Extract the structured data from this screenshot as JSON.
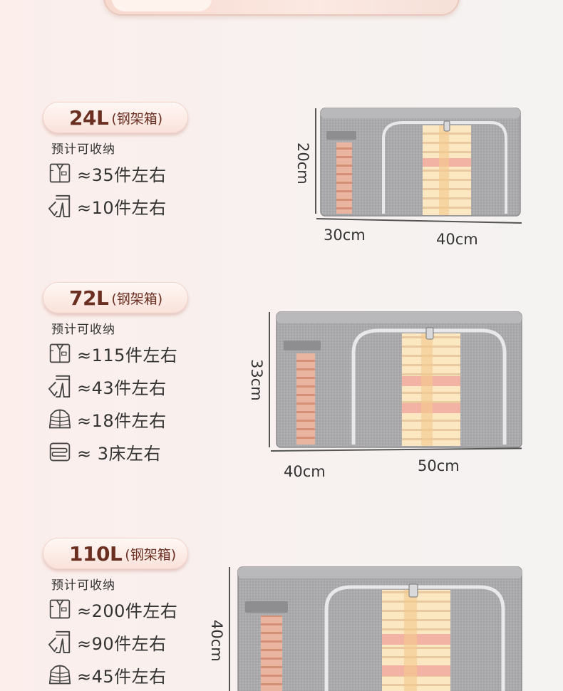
{
  "banner": {
    "fragment": ""
  },
  "common": {
    "material": "(钢架箱)",
    "capacity_label": "预计可收纳"
  },
  "sizes": [
    {
      "volume": "24L",
      "items": [
        {
          "icon": "shirt-icon",
          "qty": "≈35件左右"
        },
        {
          "icon": "pants-icon",
          "qty": "≈10件左右"
        }
      ],
      "dims": {
        "height": "20cm",
        "depth": "30cm",
        "width": "40cm"
      }
    },
    {
      "volume": "72L",
      "items": [
        {
          "icon": "shirt-icon",
          "qty": "≈115件左右"
        },
        {
          "icon": "pants-icon",
          "qty": "≈43件左右"
        },
        {
          "icon": "down-jacket-icon",
          "qty": "≈18件左右"
        },
        {
          "icon": "quilt-icon",
          "qty": "≈ 3床左右"
        }
      ],
      "dims": {
        "height": "33cm",
        "depth": "40cm",
        "width": "50cm"
      }
    },
    {
      "volume": "110L",
      "items": [
        {
          "icon": "shirt-icon",
          "qty": "≈200件左右"
        },
        {
          "icon": "pants-icon",
          "qty": "≈90件左右"
        },
        {
          "icon": "down-jacket-icon",
          "qty": "≈45件左右"
        }
      ],
      "dims": {
        "height": "40cm"
      }
    }
  ]
}
